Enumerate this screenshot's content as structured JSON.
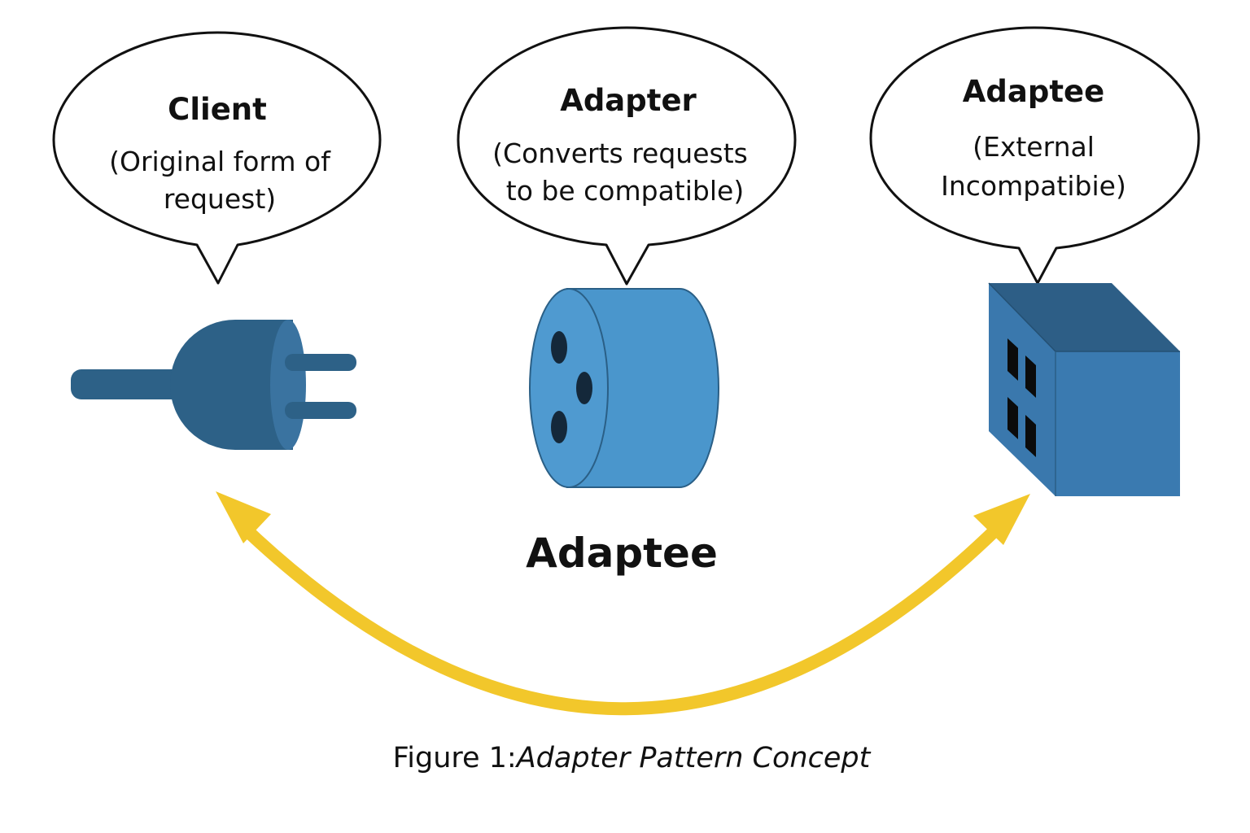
{
  "bubbles": {
    "client": {
      "title": "Client",
      "line1": "(Original form of",
      "line2": "request)"
    },
    "adapter": {
      "title": "Adapter",
      "line1": "(Converts requests",
      "line2": "to be compatible)"
    },
    "adaptee": {
      "title": "Adaptee",
      "line1": "(External",
      "line2": "Incompatibie)"
    }
  },
  "center_label": "Adaptee",
  "caption": {
    "prefix": "Figure 1:",
    "title": "Adapter Pattern Concept"
  },
  "icons": {
    "client": "plug-icon",
    "adapter": "socket-adapter-icon",
    "adaptee": "box-building-icon",
    "connector": "curved-double-arrow"
  },
  "colors": {
    "plug": "#2d6187",
    "adapter_fill": "#4a96cc",
    "adapter_outline": "#2a5f86",
    "box_top": "#2d5e86",
    "box_front": "#3a78ad",
    "box_side": "#3a7ab0",
    "arrow": "#f2c72b"
  }
}
